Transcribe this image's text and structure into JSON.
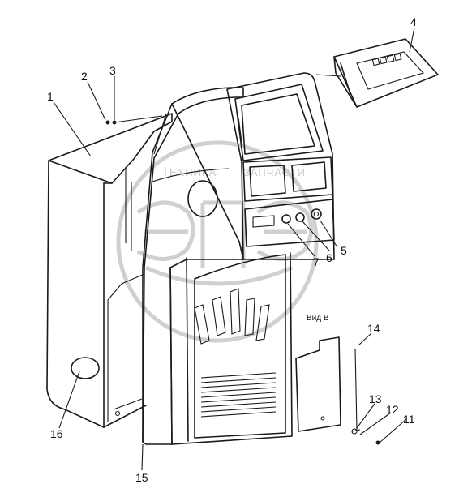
{
  "watermark": {
    "text_left": "ТЕХНИКА",
    "text_right": "ЗАПЧАСТИ",
    "letters": "ЭПЭ"
  },
  "view_label": "Вид В",
  "callouts": [
    "1",
    "2",
    "3",
    "4",
    "5",
    "6",
    "7",
    "11",
    "12",
    "13",
    "14",
    "15",
    "16"
  ]
}
